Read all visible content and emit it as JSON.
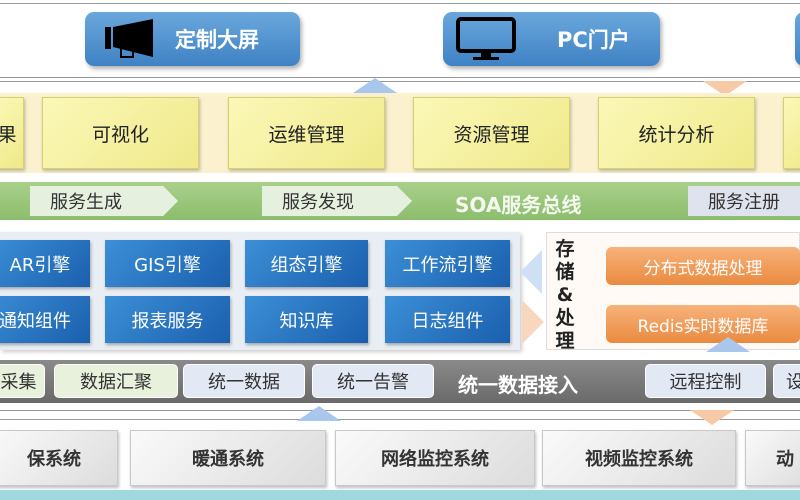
{
  "top": {
    "buttons": [
      {
        "label": "定制大屏",
        "icon": "megaphone-icon"
      },
      {
        "label": "PC门户",
        "icon": "monitor-icon"
      }
    ]
  },
  "apps": [
    "果",
    "可视化",
    "运维管理",
    "资源管理",
    "统计分析"
  ],
  "soa": {
    "title": "SOA服务总线",
    "items": [
      "服务生成",
      "服务发现",
      "服务注册"
    ]
  },
  "engines": [
    [
      "AR引擎",
      "GIS引擎",
      "组态引擎",
      "工作流引擎"
    ],
    [
      "通知组件",
      "报表服务",
      "知识库",
      "日志组件"
    ]
  ],
  "storage": {
    "title": "存储&处理",
    "items": [
      "分布式数据处理",
      "Redis实时数据库"
    ]
  },
  "access": {
    "title": "统一数据接入",
    "items": [
      "采集",
      "数据汇聚",
      "统一数据",
      "统一告警",
      "远程控制",
      "设"
    ]
  },
  "systems": [
    "保系统",
    "暖通系统",
    "网络监控系统",
    "视频监控系统",
    "动"
  ],
  "colors": {
    "blue": "#2f78c4",
    "yellow": "#f3ee9a",
    "green": "#9cc77e",
    "orange": "#ee9a55",
    "grey": "#7a7a7a"
  }
}
